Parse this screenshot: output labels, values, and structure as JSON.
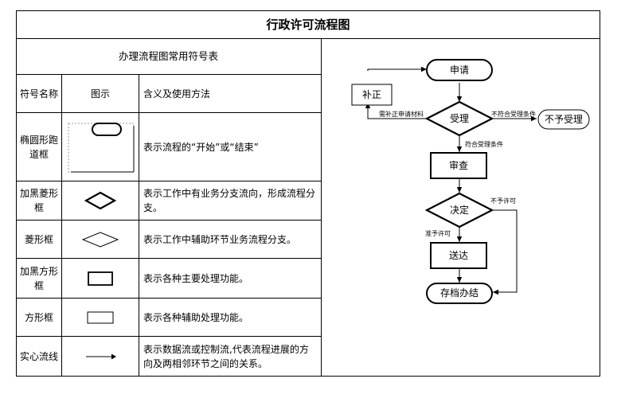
{
  "document": {
    "title": "行政许可流程图",
    "symbol_table": {
      "title": "办理流程图常用符号表",
      "headers": [
        "符号名称",
        "图示",
        "含义及使用方法"
      ],
      "rows": [
        {
          "name": "椭圆形跑道框",
          "meaning": "表示流程的“开始”或“结束”",
          "symbol": "racetrack"
        },
        {
          "name": "加黑菱形框",
          "meaning": "表示工作中有业务分支流向，形成流程分支。",
          "symbol": "bold-diamond"
        },
        {
          "name": "菱形框",
          "meaning": "表示工作中辅助环节业务流程分支。",
          "symbol": "diamond"
        },
        {
          "name": "加黑方形框",
          "meaning": "表示各种主要处理功能。",
          "symbol": "bold-rect"
        },
        {
          "name": "方形框",
          "meaning": "表示各种辅助处理功能。",
          "symbol": "rect"
        },
        {
          "name": "实心流线",
          "meaning": "表示数据流或控制流,代表流程进展的方向及两相邻环节之间的关系。",
          "symbol": "arrow"
        }
      ]
    }
  },
  "flowchart": {
    "apply": "申请",
    "accept": "受理",
    "correction": "补正",
    "need_materials": "需补正申请材料",
    "not_meet": "不符合受理条件",
    "reject_accept": "不予受理",
    "meets": "符合受理条件",
    "review": "审查",
    "decide": "决定",
    "not_permit": "不予许可",
    "permit": "准予许可",
    "deliver": "送达",
    "archive": "存档办结"
  }
}
